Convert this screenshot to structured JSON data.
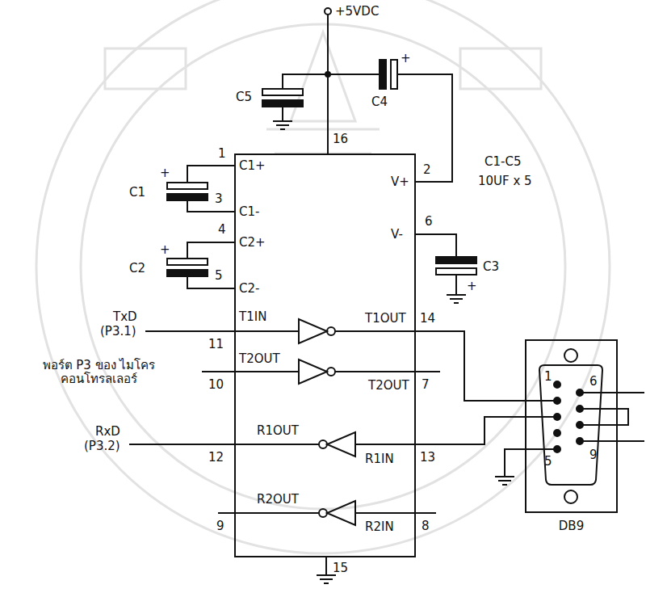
{
  "diagram": {
    "nodes": [
      {
        "text": [
          "C1+",
          "C1-",
          "C2+",
          "C2-",
          "V+",
          "V-",
          "T1IN",
          "T1OUT",
          "T2OUT",
          "T2OUT",
          "R1OUT",
          "R1IN",
          "R2OUT",
          "R2IN"
        ]
      },
      {
        "text": [
          "DB9"
        ]
      }
    ],
    "edges": [
      {
        "from": 0,
        "to": 1,
        "arrow": "none"
      },
      {
        "from": 0,
        "to": 1,
        "arrow": "none"
      }
    ],
    "labels": [
      "+5VDC",
      "C5",
      "C4",
      "16",
      "C1-C5",
      "10UF x 5",
      "+",
      "1",
      "+",
      "C1",
      "3",
      "4",
      "+",
      "C2",
      "5",
      "2",
      "6",
      "C3",
      "+",
      "TxD",
      "(P3.1)",
      "11",
      "14",
      "พอร์ต P3 ของ ไมโครคอนโทรลเลอร์",
      "10",
      "7",
      "RxD",
      "(P3.2)",
      "12",
      "13",
      "9",
      "8",
      "15",
      "1",
      "6",
      "5",
      "9"
    ]
  }
}
